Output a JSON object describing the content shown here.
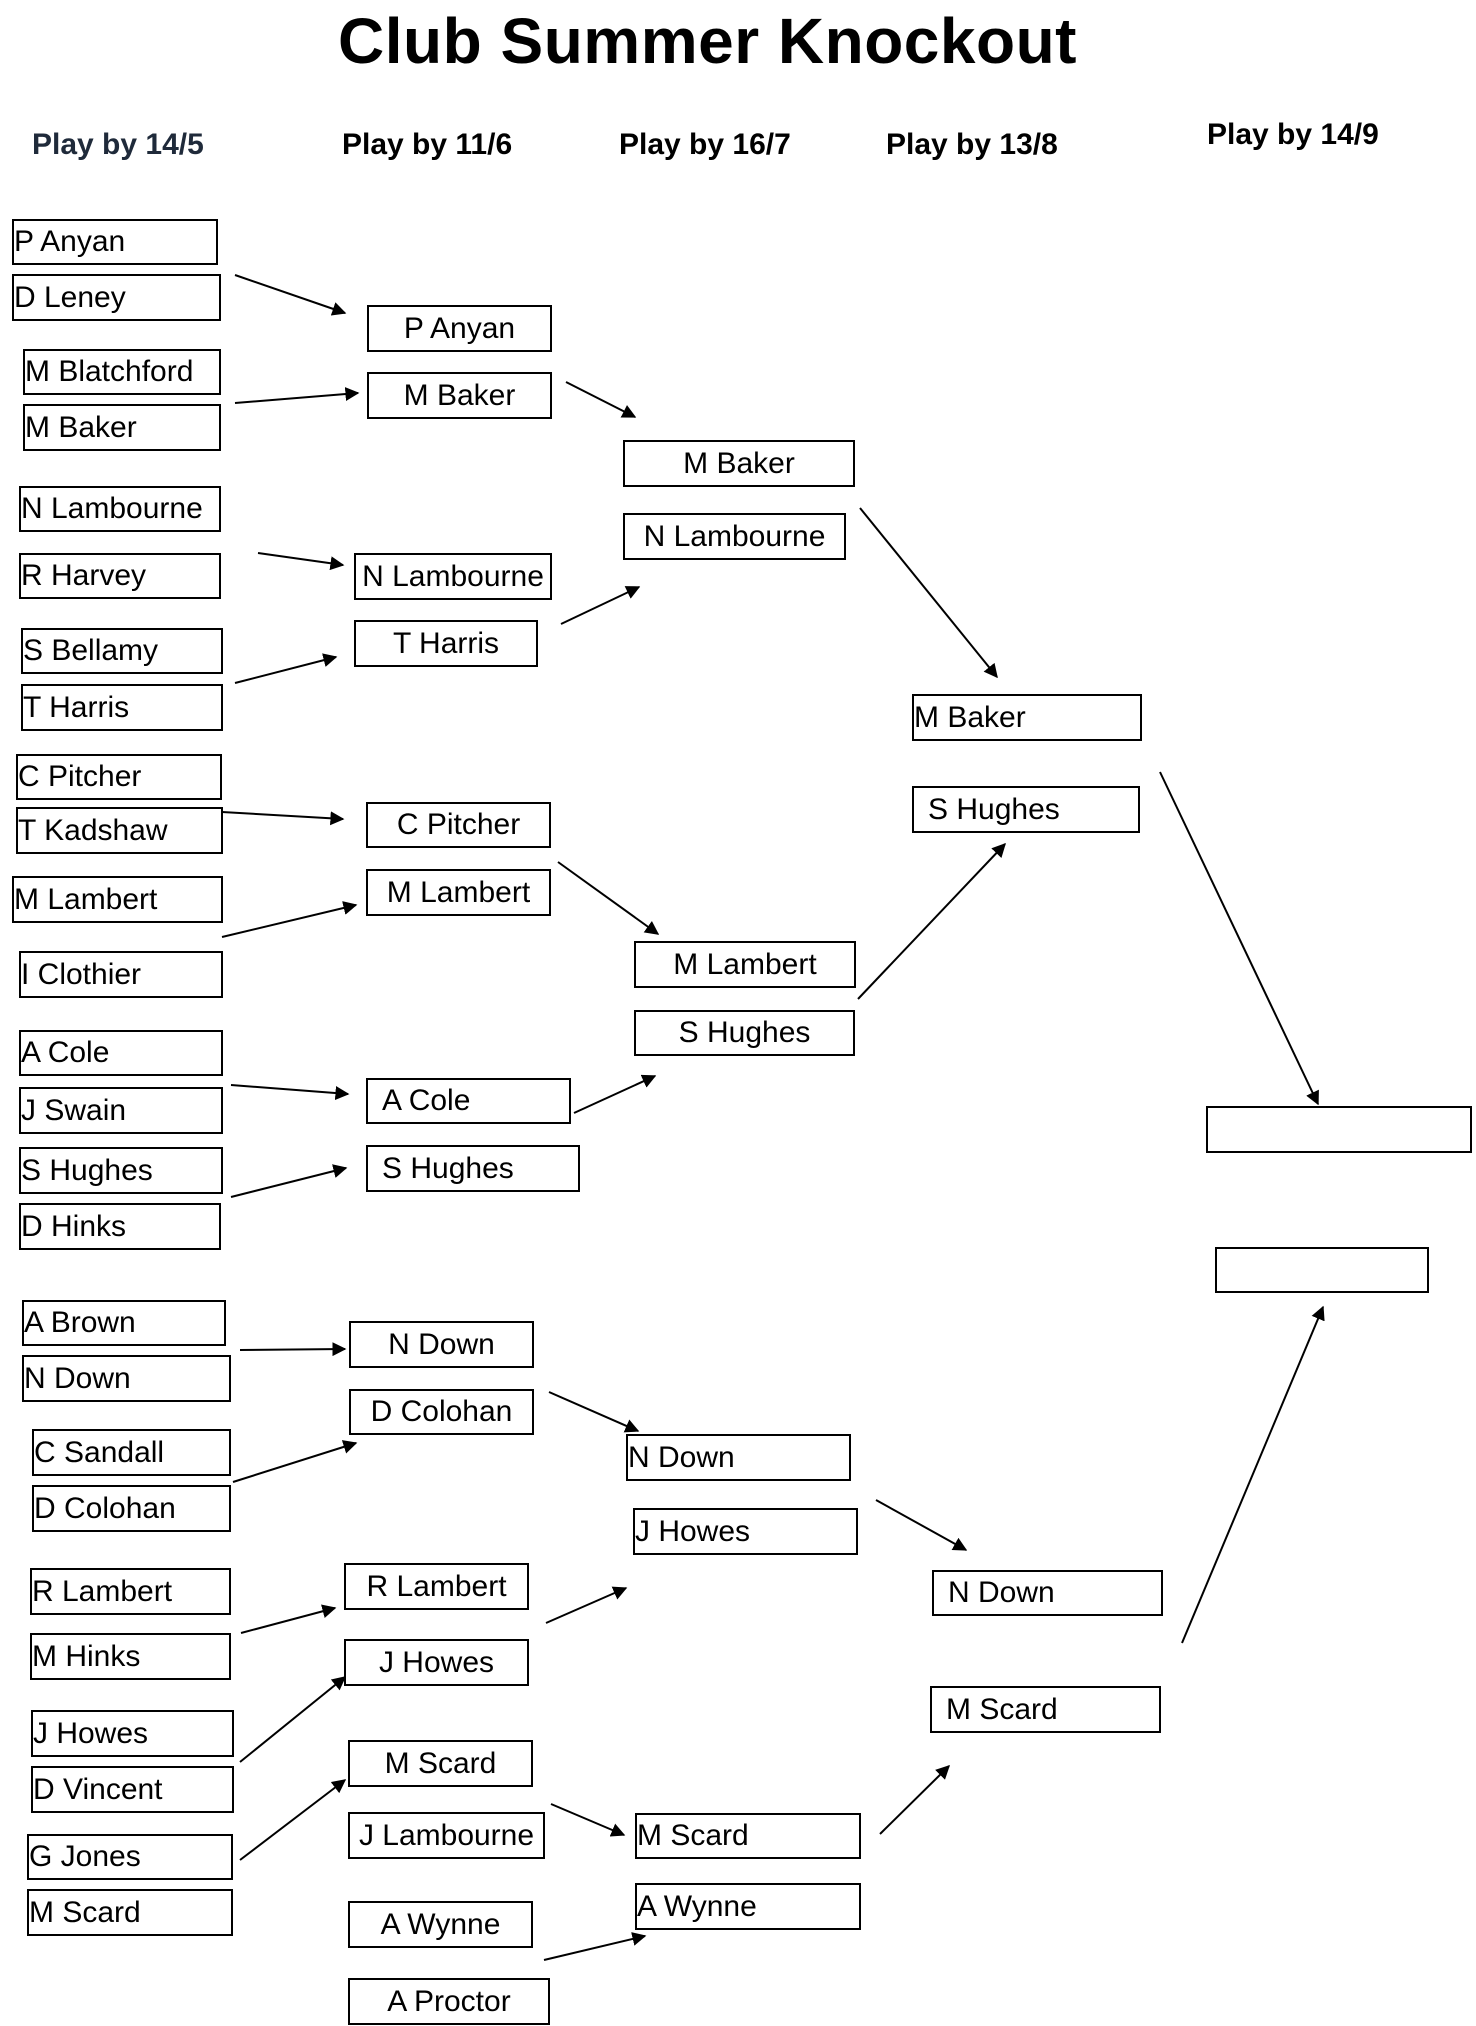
{
  "title": "Club Summer Knockout",
  "rounds": [
    {
      "label": "Play by 14/5"
    },
    {
      "label": "Play by 11/6"
    },
    {
      "label": "Play by 16/7"
    },
    {
      "label": "Play by  13/8"
    },
    {
      "label": "Play by  14/9"
    }
  ],
  "round1": [
    "P Anyan",
    "D Leney",
    "M Blatchford",
    "M Baker",
    "N Lambourne",
    "R Harvey",
    "S Bellamy",
    "T Harris",
    "C Pitcher",
    "T Kadshaw",
    "M Lambert",
    "I Clothier",
    "A Cole",
    "J Swain",
    "S Hughes",
    "D Hinks",
    "A Brown",
    "N Down",
    "C Sandall",
    "D Colohan",
    "R Lambert",
    "M Hinks",
    "J Howes",
    "D Vincent",
    "G Jones",
    "M Scard"
  ],
  "round2": [
    "P Anyan",
    "M Baker",
    "N Lambourne",
    "T Harris",
    "C Pitcher",
    "M Lambert",
    "A Cole",
    "S Hughes",
    "N Down",
    "D Colohan",
    "R Lambert",
    "J Howes",
    "M Scard",
    "J Lambourne",
    "A Wynne",
    "A Proctor"
  ],
  "round3": [
    "M Baker",
    "N Lambourne",
    "M Lambert",
    "S Hughes",
    "N Down",
    "J Howes",
    "M Scard",
    "A Wynne"
  ],
  "round4": [
    "M Baker",
    "S Hughes",
    "N Down",
    "M Scard"
  ],
  "round5": [
    "",
    ""
  ]
}
